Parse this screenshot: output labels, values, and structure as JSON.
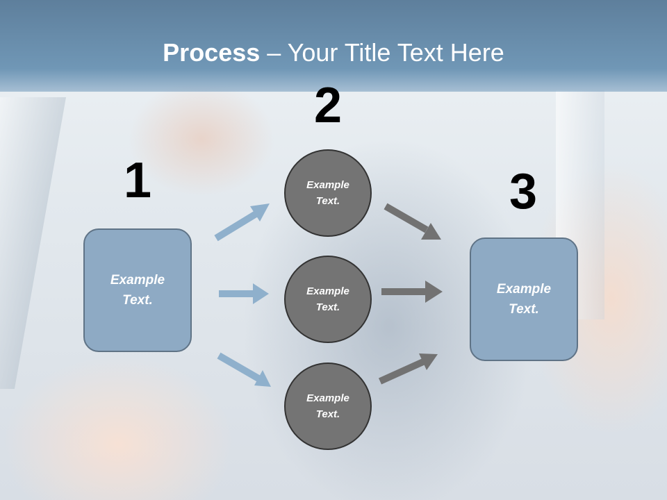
{
  "slide": {
    "title_bold": "Process",
    "title_rest": " – Your Title Text Here"
  },
  "steps": {
    "one": {
      "number": "1",
      "line1": "Example",
      "line2": "Text."
    },
    "two": {
      "number": "2"
    },
    "three": {
      "number": "3",
      "line1": "Example",
      "line2": "Text."
    }
  },
  "circles": [
    {
      "line1": "Example",
      "line2": "Text."
    },
    {
      "line1": "Example",
      "line2": "Text."
    },
    {
      "line1": "Example",
      "line2": "Text."
    }
  ],
  "colors": {
    "header": "#6f93b2",
    "box_fill": "#8eaac4",
    "circle_fill": "#747474",
    "arrow_in": "#8fb0cc",
    "arrow_out": "#727272"
  }
}
